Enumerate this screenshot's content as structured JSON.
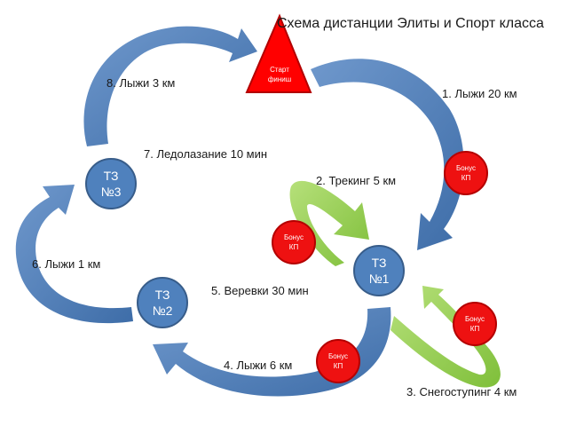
{
  "title": "Схема дистанции Элиты и Спорт класса",
  "start": {
    "line1": "Старт",
    "line2": "финиш"
  },
  "nodes": {
    "tz1": {
      "line1": "ТЗ",
      "line2": "№1"
    },
    "tz2": {
      "line1": "ТЗ",
      "line2": "№2"
    },
    "tz3": {
      "line1": "ТЗ",
      "line2": "№3"
    }
  },
  "bonus": {
    "line1": "Бонус",
    "line2": "КП"
  },
  "stages": [
    "1. Лыжи 20 км",
    "2. Трекинг 5 км",
    "3. Снегоступинг 4 км",
    "4. Лыжи 6 км",
    "5. Веревки 30 мин",
    "6. Лыжи 1 км",
    "7. Ледолазание 10 мин",
    "8. Лыжи 3 км"
  ],
  "colors": {
    "blue_arrow": "#4f81bd",
    "green_arrow": "#92d050",
    "red": "#ff0000",
    "node_blue": "#4f81bd"
  }
}
